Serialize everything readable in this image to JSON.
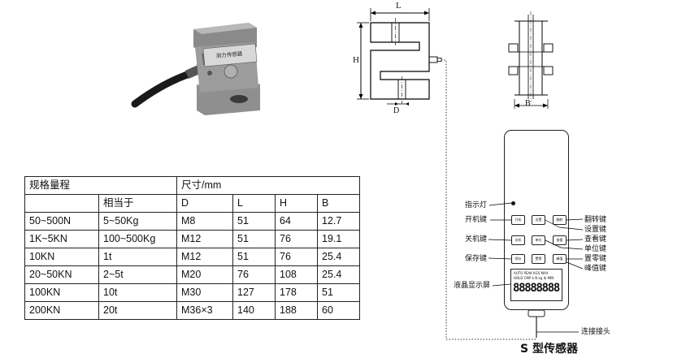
{
  "table": {
    "header_row1": [
      "规格量程",
      "",
      "尺寸/mm",
      "",
      "",
      ""
    ],
    "header_row2": [
      "",
      "相当于",
      "D",
      "L",
      "H",
      "B"
    ],
    "rows": [
      [
        "50~500N",
        "5~50Kg",
        "M8",
        "51",
        "64",
        "12.7"
      ],
      [
        "1K~5KN",
        "100~500Kg",
        "M12",
        "51",
        "76",
        "19.1"
      ],
      [
        "10KN",
        "1t",
        "M12",
        "51",
        "76",
        "25.4"
      ],
      [
        "20~50KN",
        "2~5t",
        "M20",
        "76",
        "108",
        "25.4"
      ],
      [
        "100KN",
        "10t",
        "M30",
        "127",
        "178",
        "51"
      ],
      [
        "200KN",
        "20t",
        "M36×3",
        "140",
        "188",
        "60"
      ]
    ]
  },
  "dimension_labels": {
    "L": "L",
    "H": "H",
    "D": "D",
    "B": "B"
  },
  "sensor_photo": {
    "nameplate": "测力传感器"
  },
  "device": {
    "left_labels": {
      "indicator": "指示灯",
      "power_on": "开机键",
      "power_off": "关机键",
      "save": "保存键"
    },
    "right_labels": {
      "flip": "翻转键",
      "settings": "设置键",
      "view": "查看键",
      "unit": "单位键",
      "zero": "置零键",
      "peak": "峰值键"
    },
    "button_glyphs": [
      "开机",
      "设置",
      "翻转",
      "关机",
      "单位",
      "查看",
      "保存",
      "置零",
      "峰值"
    ],
    "display_label": "液晶显示屏",
    "display_status_top": "AUTO  PEAK    KGS    MAX",
    "display_status_bottom": "HOLD  CMP  k  N  kg  lb  MIN",
    "display_digits": "88888888",
    "connector_label": "连接接头"
  },
  "caption": "S 型传感器"
}
